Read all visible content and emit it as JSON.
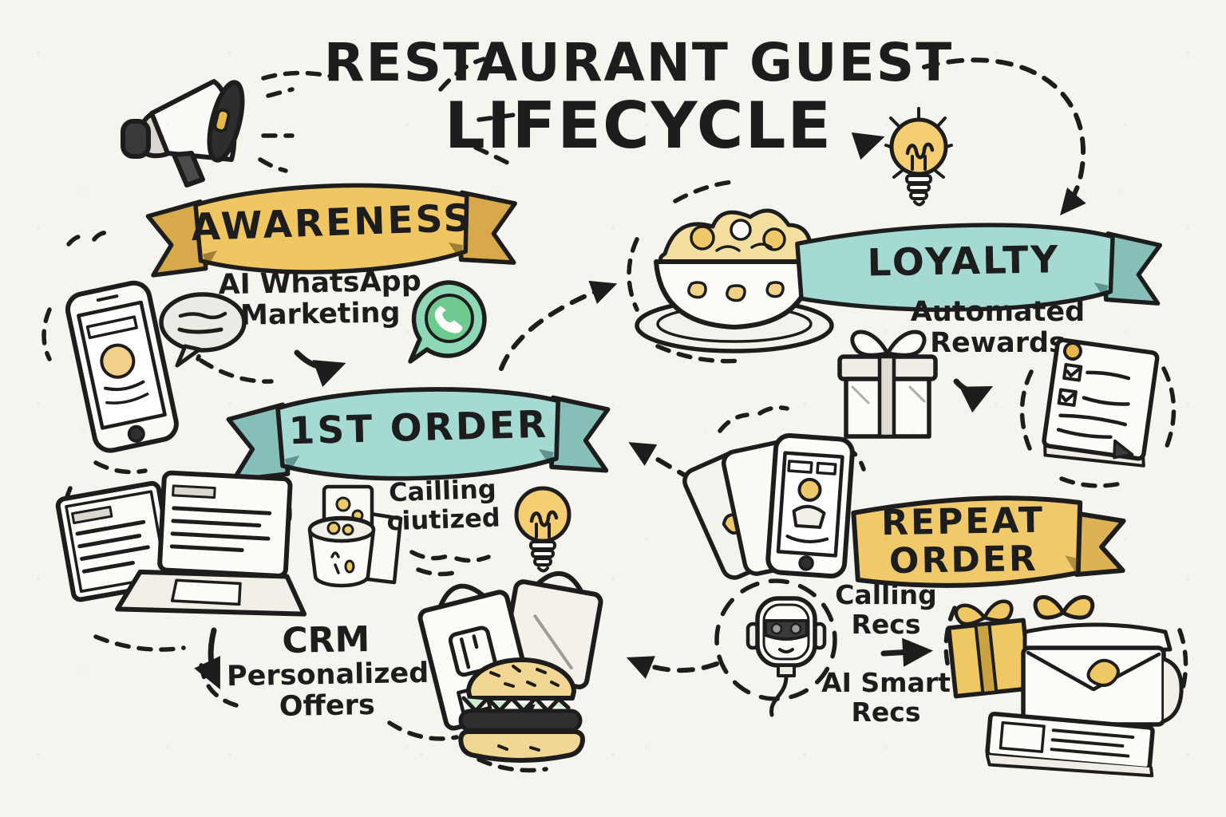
{
  "title": {
    "line1": "RESTAURANT GUEST",
    "line2": "LIFECYCLE"
  },
  "stages": {
    "awareness": {
      "banner": "AWARENESS",
      "caption_line1": "AI WhatsApp",
      "caption_line2": "Marketing"
    },
    "first_order": {
      "banner": "1ST ORDER",
      "caption_line1": "Cailling",
      "caption_line2": "ciutized",
      "crm_title": "CRM",
      "crm_line1": "Personalized",
      "crm_line2": "Offers"
    },
    "loyalty": {
      "banner": "LOYALTY",
      "caption_line1": "Automated",
      "caption_line2": "Rewards"
    },
    "repeat_order": {
      "banner_line1": "REPEAT",
      "banner_line2": "ORDER",
      "caption1_line1": "Calling",
      "caption1_line2": "Recs",
      "caption2_line1": "AI Smart",
      "caption2_line2": "Recs"
    }
  },
  "icons": [
    "megaphone-icon",
    "speech-bubble-icon",
    "smartphone-icon",
    "whatsapp-icon",
    "lightbulb-icon",
    "noodle-bowl-icon",
    "gift-box-icon",
    "checklist-icon",
    "laptop-icon",
    "takeout-food-icon",
    "shopping-bag-icon",
    "burger-icon",
    "phone-stack-icon",
    "robot-assistant-icon",
    "gift-parcels-envelope-icon"
  ],
  "colors": {
    "paper": "#f6f4ee",
    "ink": "#1d1d1d",
    "banner_yellow": "#f0c662",
    "banner_yellow_dark": "#d8a94b",
    "banner_teal": "#a5dad2",
    "banner_teal_dark": "#86bfb7",
    "whatsapp_green": "#8ed8b6",
    "whatsapp_green_dark": "#6fca8f",
    "bulb_yellow": "#f5cd72",
    "food_yellow": "#eec869"
  }
}
